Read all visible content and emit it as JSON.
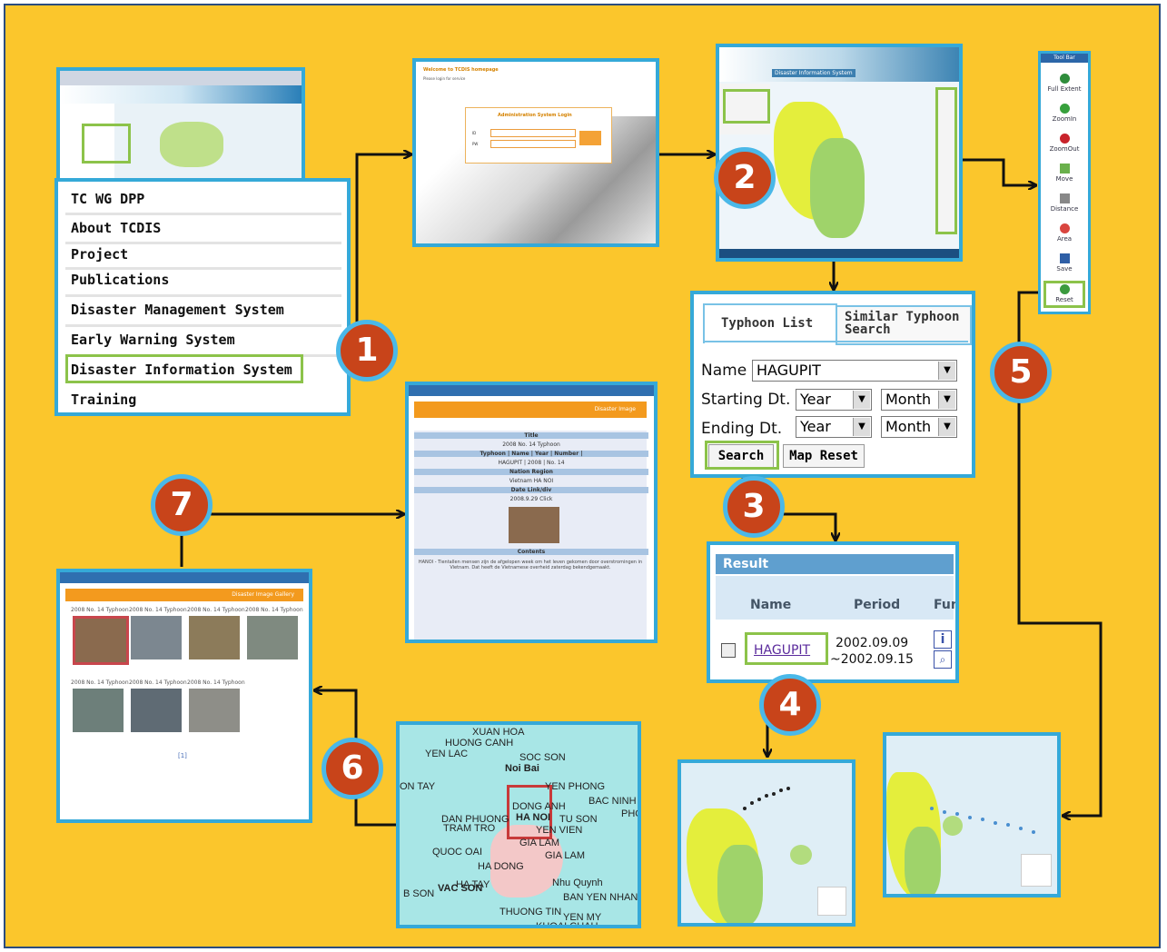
{
  "colors": {
    "background": "#fbc62c",
    "frame": "#35a9d8",
    "highlight": "#8cc34a",
    "badge": "#c8441a",
    "badge_ring": "#4ab8e8"
  },
  "steps": [
    "1",
    "2",
    "3",
    "4",
    "5",
    "6",
    "7"
  ],
  "menu": {
    "items": [
      "TC WG DPP",
      "About TCDIS",
      "Project",
      "Publications",
      "Disaster Management System",
      "Early Warning System",
      "Disaster Information System",
      "Training"
    ]
  },
  "login": {
    "welcome": "Welcome to TCDIS homepage",
    "notice": "Please login for service",
    "box_title": "Administration System Login",
    "id_label": "ID",
    "pw_label": "PW"
  },
  "map_screen": {
    "title": "Disaster Information System"
  },
  "toolbar": {
    "title": "Tool Bar",
    "items": [
      "Full Extent",
      "ZoomIn",
      "ZoomOut",
      "Move",
      "Distance",
      "Area",
      "Save",
      "Reset"
    ]
  },
  "form": {
    "tabs": [
      "Typhoon List",
      "Similar Typhoon Search"
    ],
    "name_label": "Name",
    "name_value": "HAGUPIT",
    "start_label": "Starting Dt.",
    "end_label": "Ending Dt.",
    "year_option": "Year",
    "month_option": "Month",
    "search_button": "Search",
    "map_reset_button": "Map Reset"
  },
  "result": {
    "title": "Result",
    "columns": [
      "Name",
      "Period",
      "Fun"
    ],
    "rows": [
      {
        "name": "HAGUPIT",
        "period_start": "2002.09.09",
        "period_end": "~2002.09.15"
      }
    ]
  },
  "hanoi_map": {
    "places": [
      "XUAN HOA",
      "HUONG CANH",
      "YEN LAC",
      "SOC SON",
      "Noi Bai",
      "ON TAY",
      "YEN PHONG",
      "BAC NINH",
      "DONG ANH",
      "PHO",
      "DAN PHUONG",
      "HA NOI",
      "TU SON",
      "TRAM TRO",
      "YEN VIEN",
      "GIA LAM",
      "QUOC OAI",
      "GIA LAM",
      "HA DONG",
      "Nhu Quynh",
      "HA TAY",
      "VAC SON",
      "B SON",
      "BAN YEN NHAN",
      "THUONG TIN",
      "YEN MY",
      "KHOAI CHAU"
    ]
  },
  "gallery": {
    "title": "Disaster Image Gallery",
    "caption": "2008 No. 14 Typhoon",
    "page": "[1]"
  },
  "info": {
    "title": "Disaster Image",
    "rows": [
      "Title",
      "2008 No. 14 Typhoon",
      "Typhoon | Name | Year | Number |",
      "HAGUPIT | 2008 | No. 14",
      "Nation        Region",
      "Vietnam        HA NOI",
      "Date        Link/div",
      "2008.9.29        Click",
      "Contents"
    ],
    "body": "HANOI - Tientallen mensen zijn de afgelopen week om het leven gekomen door overstromingen in Vietnam. Dat heeft de Vietnamese overheid zaterdag bekendgemaakt."
  }
}
